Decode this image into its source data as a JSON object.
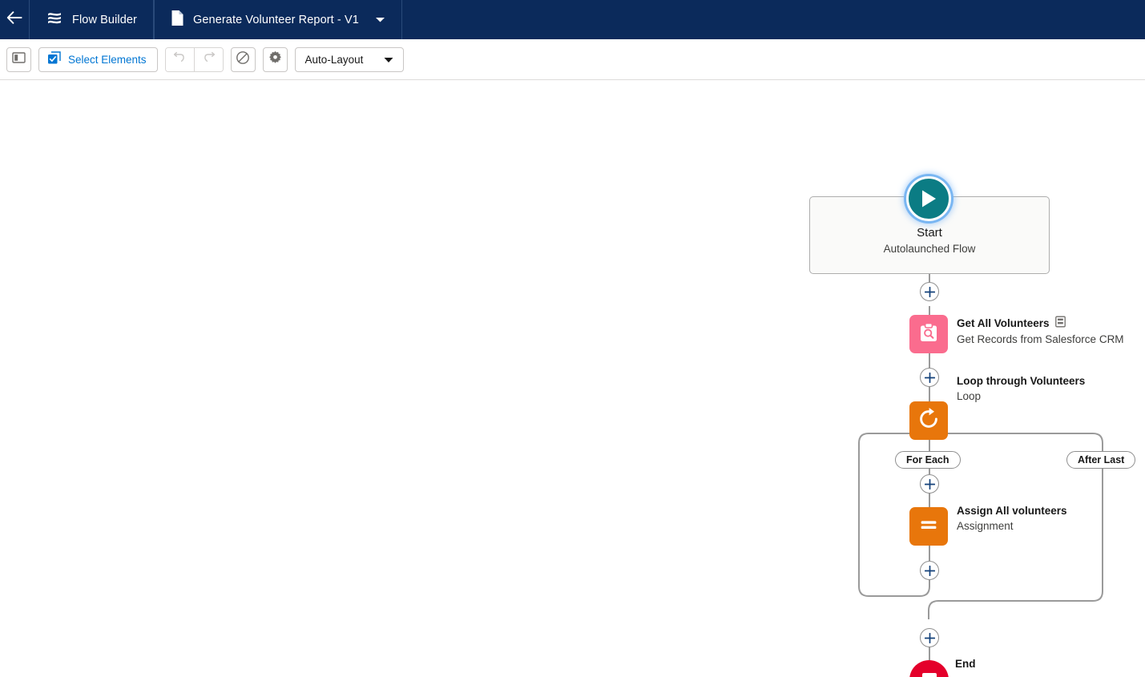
{
  "header": {
    "back_icon": "arrow-left-icon",
    "app_tab": {
      "icon": "flow-builder-icon",
      "label": "Flow Builder"
    },
    "flow_tab": {
      "icon": "document-icon",
      "label": "Generate Volunteer Report - V1",
      "caret": "chevron-down-icon"
    },
    "background_color": "#0b2a5b"
  },
  "toolbar": {
    "panel_toggle_icon": "panel-toggle-icon",
    "select_elements": {
      "icon": "multi-select-checkbox-icon",
      "label": "Select Elements",
      "color": "#0176d3"
    },
    "undo_icon": "undo-icon",
    "redo_icon": "redo-icon",
    "prohibited_icon": "no-entry-icon",
    "settings_icon": "gear-icon",
    "layout_select": {
      "value": "Auto-Layout",
      "caret": "chevron-down-icon"
    }
  },
  "canvas": {
    "start": {
      "icon": "play-icon",
      "title": "Start",
      "subtitle": "Autolaunched Flow",
      "icon_color": "#0b7c84",
      "glow_color": "#79b6f2"
    },
    "elements": [
      {
        "id": "get-all-volunteers",
        "name": "Get All Volunteers",
        "type": "Get Records from Salesforce CRM",
        "icon": "get-records-icon",
        "icon_color": "#fa6c8e",
        "badge_icon": "records-list-icon"
      },
      {
        "id": "loop-through-volunteers",
        "name": "Loop through Volunteers",
        "type": "Loop",
        "icon": "loop-icon",
        "icon_color": "#e8760b"
      },
      {
        "id": "assign-all-volunteers",
        "name": "Assign All volunteers",
        "type": "Assignment",
        "icon": "assignment-icon",
        "icon_color": "#e8760b"
      }
    ],
    "branches": [
      {
        "id": "for-each",
        "label": "For Each"
      },
      {
        "id": "after-last",
        "label": "After Last"
      }
    ],
    "end": {
      "label": "End",
      "icon": "stop-square-icon",
      "color": "#e4002b"
    },
    "add_buttons": [
      {
        "id": "add-after-start"
      },
      {
        "id": "add-after-get-records"
      },
      {
        "id": "add-in-loop-top"
      },
      {
        "id": "add-in-loop-bottom"
      },
      {
        "id": "add-before-end"
      }
    ],
    "connector_color": "#9a9a9a"
  }
}
